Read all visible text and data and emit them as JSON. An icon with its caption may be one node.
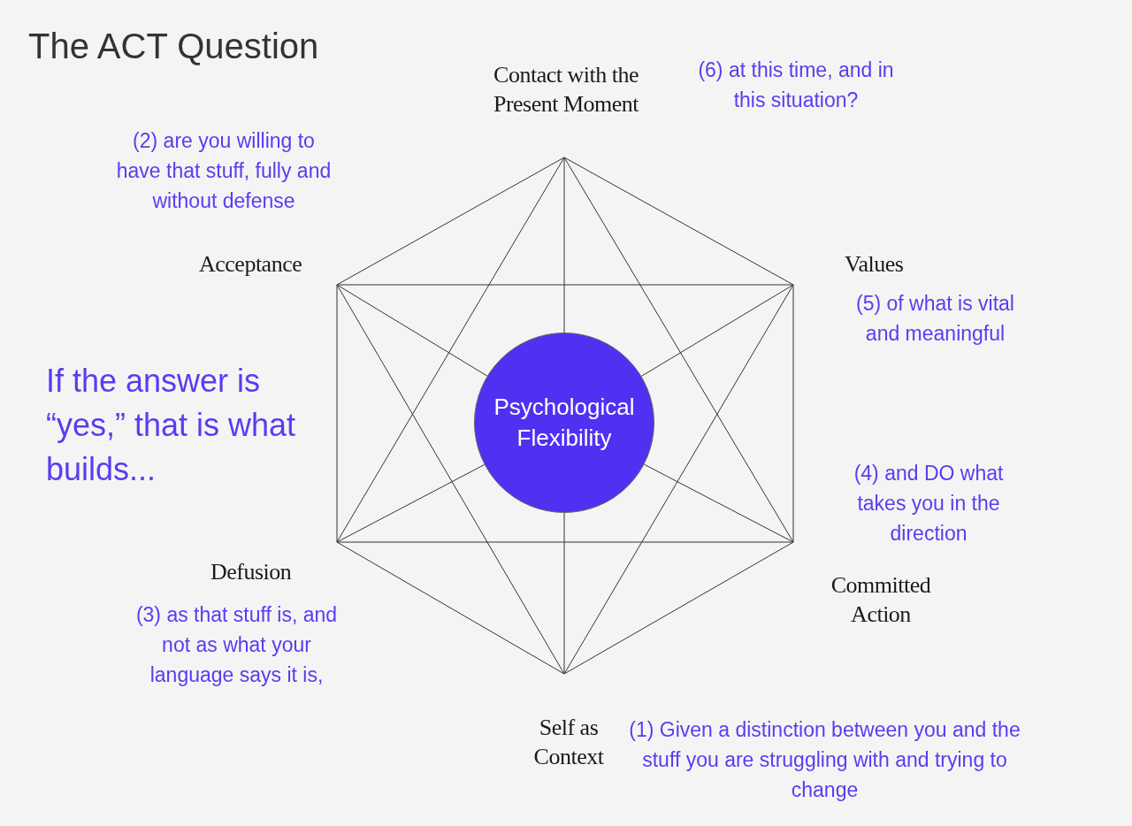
{
  "diagram": {
    "title": "The ACT Question",
    "nodes": [
      {
        "text": [
          "Contact with the Present Moment"
        ],
        "beside": [
          "(6) at this time, and in this situation?"
        ]
      },
      {
        "text": [
          "Acceptance"
        ],
        "beside": [
          "(2) are you willing to have that stuff, fully and without defense"
        ]
      },
      {
        "text": [
          "Values"
        ],
        "beside": [
          "(5) of what is vital and meaningful"
        ]
      },
      {
        "text": [
          "Psychological Flexibility"
        ]
      },
      {
        "text": [
          "Defusion"
        ],
        "beside": [
          "(3) as that stuff is, and not as what your language says it is,"
        ]
      },
      {
        "text": [
          "Committed Action"
        ],
        "beside": [
          "(4) and DO what takes you in the direction"
        ]
      },
      {
        "text": [
          "Self as Context"
        ],
        "beside": [
          "(1) Given a distinction between you and the stuff you are struggling with and trying to change"
        ]
      }
    ],
    "edges": [
      {
        "from": 0,
        "to": 2,
        "arrow": "none"
      },
      {
        "from": 2,
        "to": 5,
        "arrow": "none"
      },
      {
        "from": 5,
        "to": 6,
        "arrow": "none"
      },
      {
        "from": 6,
        "to": 4,
        "arrow": "none"
      },
      {
        "from": 4,
        "to": 1,
        "arrow": "none"
      },
      {
        "from": 1,
        "to": 0,
        "arrow": "none"
      },
      {
        "from": 0,
        "to": 5,
        "arrow": "none"
      },
      {
        "from": 5,
        "to": 4,
        "arrow": "none"
      },
      {
        "from": 4,
        "to": 0,
        "arrow": "none"
      },
      {
        "from": 6,
        "to": 1,
        "arrow": "none"
      },
      {
        "from": 1,
        "to": 2,
        "arrow": "none"
      },
      {
        "from": 2,
        "to": 6,
        "arrow": "none"
      },
      {
        "from": 0,
        "to": 3,
        "arrow": "none"
      },
      {
        "from": 1,
        "to": 3,
        "arrow": "none"
      },
      {
        "from": 2,
        "to": 3,
        "arrow": "none"
      },
      {
        "from": 3,
        "to": 4,
        "arrow": "none"
      },
      {
        "from": 3,
        "to": 5,
        "arrow": "none"
      },
      {
        "from": 3,
        "to": 6,
        "arrow": "none"
      }
    ],
    "labels": [
      "If the answer is “yes,” that is what builds..."
    ]
  }
}
